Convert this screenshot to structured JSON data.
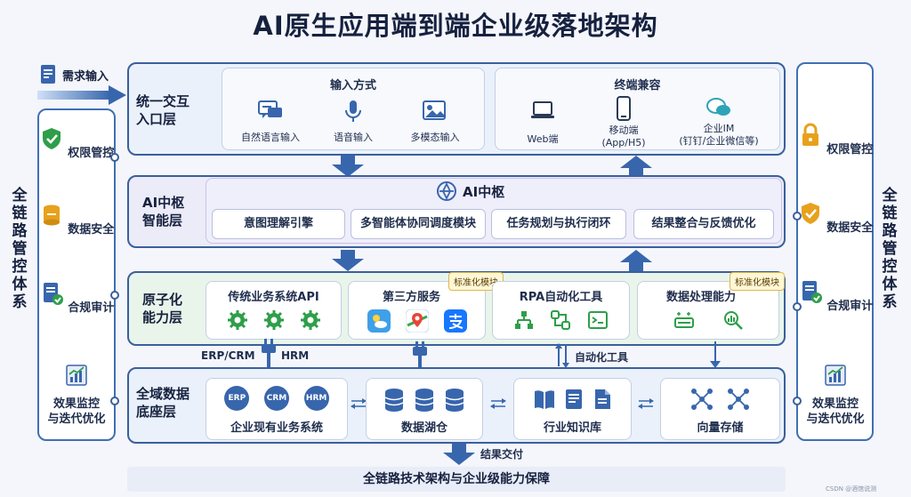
{
  "title": "AI原生应用端到端企业级落地架构",
  "input_label": "需求输入",
  "left_panel": {
    "vertical_title": "全链路管控体系",
    "items": [
      "权限管控",
      "数据安全",
      "合规审计",
      "效果监控\n与迭代优化"
    ]
  },
  "right_panel": {
    "vertical_title": "全链路管控体系",
    "items": [
      "权限管控",
      "数据安全",
      "合规审计",
      "效果监控\n与迭代优化"
    ]
  },
  "layer1": {
    "label": "统一交互\n入口层",
    "input_methods": {
      "title": "输入方式",
      "items": [
        "自然语言输入",
        "语音输入",
        "多模态输入"
      ]
    },
    "terminals": {
      "title": "终端兼容",
      "items": [
        "Web端",
        "移动端\n(App/H5)",
        "企业IM\n(钉钉/企业微信等)"
      ]
    }
  },
  "layer2": {
    "label": "AI中枢\n智能层",
    "center_title": "AI中枢",
    "modules": [
      "意图理解引擎",
      "多智能体协同调度模块",
      "任务规划与执行闭环",
      "结果整合与反馈优化"
    ]
  },
  "layer3": {
    "label": "原子化\n能力层",
    "tag": "标准化模块",
    "boxes": [
      {
        "title": "传统业务系统API"
      },
      {
        "title": "第三方服务"
      },
      {
        "title": "RPA自动化工具"
      },
      {
        "title": "数据处理能力"
      }
    ]
  },
  "connectors": {
    "erp_crm": "ERP/CRM",
    "hrm": "HRM",
    "automation": "自动化工具",
    "result": "结果交付"
  },
  "layer4": {
    "label": "全域数据\n底座层",
    "circles": [
      "ERP",
      "CRM",
      "HRM"
    ],
    "boxes": [
      "企业现有业务系统",
      "数据湖仓",
      "行业知识库",
      "向量存储"
    ]
  },
  "footer": "全链路技术架构与企业级能力保障",
  "watermark": "CSDN @酒馆说测",
  "colors": {
    "accent": "#3866ad",
    "green": "#2e9e4a",
    "purple": "#7a66c4",
    "orange": "#e7a11c"
  }
}
